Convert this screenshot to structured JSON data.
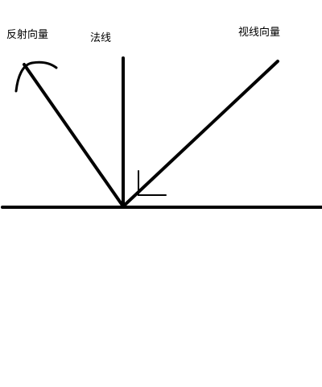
{
  "labels": {
    "reflect_vector": "反射向量",
    "normal": "法线",
    "view_vector": "视线向量"
  },
  "colors": {
    "ink": "#000000",
    "background": "#ffffff"
  }
}
